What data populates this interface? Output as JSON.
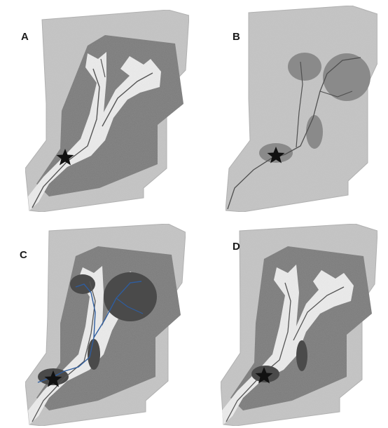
{
  "panels": [
    {
      "label": "A"
    },
    {
      "label": "B"
    },
    {
      "label": "C"
    },
    {
      "label": "D"
    }
  ],
  "colors": {
    "background": "#ffffff",
    "rock": "#c4c4c4",
    "rock_dark": "#a9a9a9",
    "dark_zone": "#7a7a7a",
    "channel": "#ececec",
    "channel_line": "#555555",
    "blob_light": "#8a8a8a",
    "blob_dark": "#4a4a4a",
    "blue_trace": "#2f5d9e",
    "star": "#111111"
  },
  "icons": {
    "marker": "star-icon"
  }
}
